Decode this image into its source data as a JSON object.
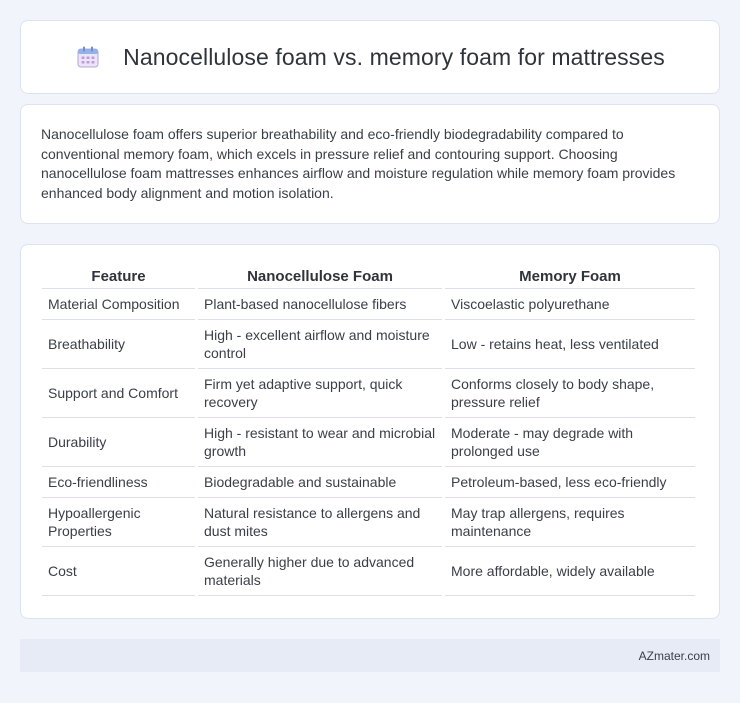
{
  "header": {
    "title": "Nanocellulose foam vs. memory foam for mattresses",
    "icon": "calendar-icon"
  },
  "summary": {
    "text": "Nanocellulose foam offers superior breathability and eco-friendly biodegradability compared to conventional memory foam, which excels in pressure relief and contouring support. Choosing nanocellulose foam mattresses enhances airflow and moisture regulation while memory foam provides enhanced body alignment and motion isolation."
  },
  "table": {
    "headers": [
      "Feature",
      "Nanocellulose Foam",
      "Memory Foam"
    ],
    "rows": [
      [
        "Material Composition",
        "Plant-based nanocellulose fibers",
        "Viscoelastic polyurethane"
      ],
      [
        "Breathability",
        "High - excellent airflow and moisture control",
        "Low - retains heat, less ventilated"
      ],
      [
        "Support and Comfort",
        "Firm yet adaptive support, quick recovery",
        "Conforms closely to body shape, pressure relief"
      ],
      [
        "Durability",
        "High - resistant to wear and microbial growth",
        "Moderate - may degrade with prolonged use"
      ],
      [
        "Eco-friendliness",
        "Biodegradable and sustainable",
        "Petroleum-based, less eco-friendly"
      ],
      [
        "Hypoallergenic Properties",
        "Natural resistance to allergens and dust mites",
        "May trap allergens, requires maintenance"
      ],
      [
        "Cost",
        "Generally higher due to advanced materials",
        "More affordable, widely available"
      ]
    ]
  },
  "footer": {
    "text": "AZmater.com"
  }
}
